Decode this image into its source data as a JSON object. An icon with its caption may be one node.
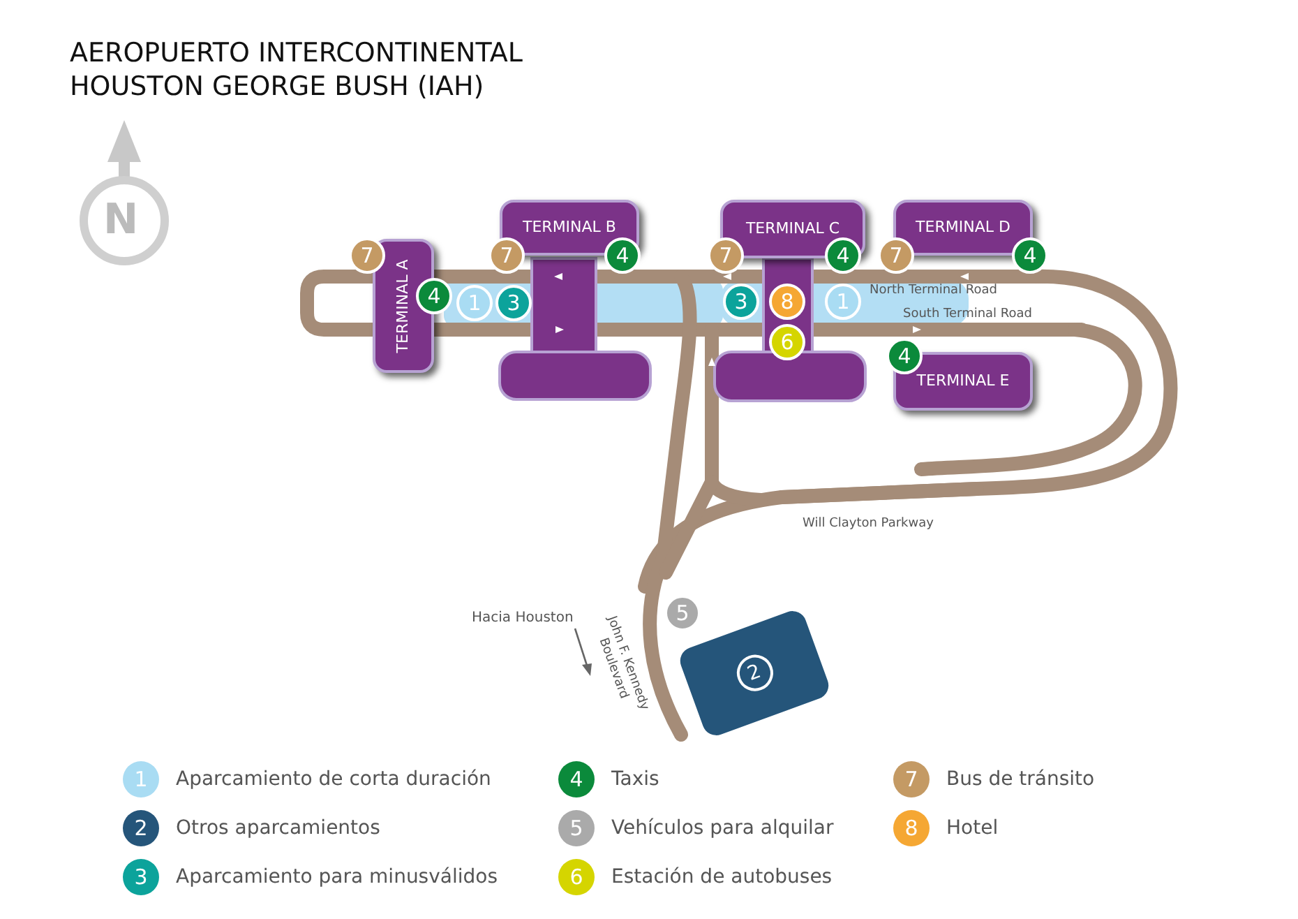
{
  "diagram": {
    "title": "AEROPUERTO INTERCONTINENTAL HOUSTON GEORGE BUSH (IAH)",
    "nodes": [
      {
        "text": [
          "TERMINAL A"
        ]
      },
      {
        "text": [
          "TERMINAL B"
        ]
      },
      {
        "text": [
          "TERMINAL C"
        ]
      },
      {
        "text": [
          "TERMINAL D"
        ]
      },
      {
        "text": [
          "TERMINAL E"
        ]
      },
      {
        "text": [
          "2"
        ]
      },
      {
        "text": [
          "7"
        ]
      },
      {
        "text": [
          "4"
        ]
      },
      {
        "text": [
          "1"
        ]
      },
      {
        "text": [
          "3"
        ]
      },
      {
        "text": [
          "7"
        ]
      },
      {
        "text": [
          "4"
        ]
      },
      {
        "text": [
          "7"
        ]
      },
      {
        "text": [
          "4"
        ]
      },
      {
        "text": [
          "3"
        ]
      },
      {
        "text": [
          "8"
        ]
      },
      {
        "text": [
          "1"
        ]
      },
      {
        "text": [
          "6"
        ]
      },
      {
        "text": [
          "7"
        ]
      },
      {
        "text": [
          "4"
        ]
      },
      {
        "text": [
          "4"
        ]
      },
      {
        "text": [
          "5"
        ]
      }
    ],
    "labels": [
      "1",
      "2",
      "3",
      "4",
      "5",
      "6",
      "7",
      "8",
      "North Terminal Road",
      "South Terminal Road",
      "Will Clayton Parkway",
      "Hacia Houston",
      "John F. Kennedy Boulevard",
      "N"
    ],
    "legend": [
      {
        "text": "Aparcamiento de corta duración",
        "color": "#a9dcf3"
      },
      {
        "text": "Otros aparcamientos",
        "color": "#25557a"
      },
      {
        "text": "Aparcamiento para minusválidos",
        "color": "#0ca39b"
      },
      {
        "text": "Taxis",
        "color": "#0b8a3b"
      },
      {
        "text": "Vehículos para alquilar",
        "color": "#aaaaaa"
      },
      {
        "text": "Estación de autobuses",
        "color": "#d5d500"
      },
      {
        "text": "Bus de tránsito",
        "color": "#c49a64"
      },
      {
        "text": "Hotel",
        "color": "#f5a733"
      }
    ]
  }
}
